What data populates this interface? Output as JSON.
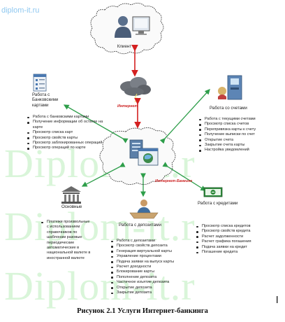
{
  "watermark": {
    "site": "diplom-it.ru",
    "big": "Diplom-it.r"
  },
  "client": {
    "label": "Клиент"
  },
  "internet": {
    "label": "Интернет"
  },
  "internet_banking": {
    "label": "Интернет-Банкинг"
  },
  "cards": {
    "title": "Работа с Банковскими картами",
    "items": [
      "Работа с банковскими картами",
      "Получение информации об остатке на карте",
      "Просмотр списка карт",
      "Просмотр свойств карты",
      "Просмотр заблокированных операций",
      "Просмотр операций по карте"
    ]
  },
  "accounts": {
    "title": "Работа со счетами",
    "items": [
      "Работа с текущими счетами",
      "Просмотр списка счетов",
      "Перепривязка карты к счету",
      "Получение выписки по счет",
      "Открытие счета",
      "Закрытие счета           карты",
      "Настройка уведомлений"
    ]
  },
  "basic": {
    "title": "Основные",
    "items": [
      "Платежи произвольные с использованием справочников по шаблонам разовые периодические автоматические в национальной валюте в иностранной валюте"
    ]
  },
  "deposits": {
    "title": "Работа с депозитами",
    "items": [
      "Работа с депозитами",
      "Просмотр свойств депозита",
      "Генерация виртуальной карты",
      "Управление процентами",
      "Подача заявки на выпуск карты",
      "Расчет доходности",
      "Блокирование карты",
      "Пополнение депозита",
      "Частичное изъятие депозита",
      "Открытие депозита",
      "Закрытие депозита"
    ]
  },
  "credits": {
    "title": "Работа с кредитами",
    "items": [
      "Просмотр списка кредитов",
      "Просмотр свойств кредита",
      "Расчет задолженности",
      "Расчет графика погашения",
      "Подача заявки на кредит",
      "Погашение кредита"
    ]
  },
  "caption": "Рисунок 2.1 Услуги Интернет-банкинга",
  "colors": {
    "arrow_green": "#2e9e4a",
    "arrow_red": "#d42020",
    "watermark_green": "#78dc78"
  }
}
